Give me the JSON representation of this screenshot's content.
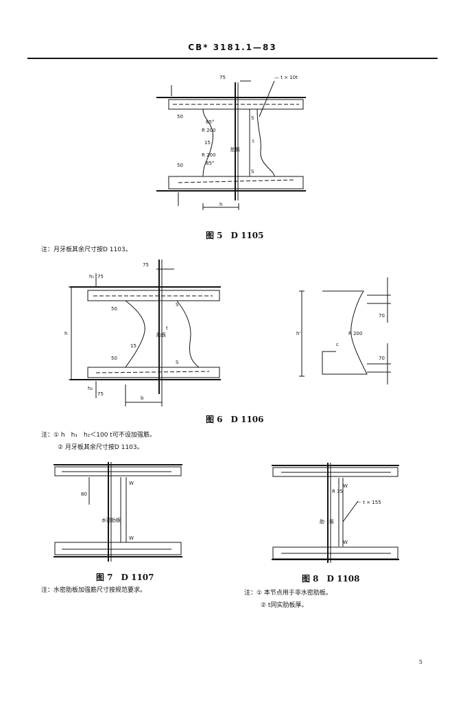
{
  "header": {
    "standard_code": "CB* 3181.1—83"
  },
  "figures": [
    {
      "caption": "图 5　D 1105",
      "labels": {
        "t_plate": "— t × 10t",
        "d75": "75",
        "d50a": "50",
        "d50b": "50",
        "a85a": "85°",
        "a85b": "85°",
        "r200a": "R 200",
        "r200b": "R 200",
        "d15": "15",
        "rib": "肋板",
        "t": "t",
        "s1": "S",
        "s2": "S",
        "h": "h"
      },
      "notes": [
        "注：月牙板其余尺寸按D 1103。"
      ]
    },
    {
      "caption": "图 6　D 1106",
      "labels": {
        "h1": "h₁",
        "d75a": "75",
        "d75b": "75",
        "d75c": "75",
        "d50a": "50",
        "d50b": "50",
        "d15": "15",
        "rib": "肋板",
        "t": "t",
        "s1": "S",
        "s2": "S",
        "h": "h",
        "h2": "h₂",
        "b": "b",
        "h_prime": "h'",
        "r200": "R 200",
        "d70a": "70",
        "d70b": "70",
        "c": "c"
      },
      "notes": [
        "注：① h　h₁　h₂＜100 t可不设加强筋。",
        "② 月牙板其余尺寸按D 1103。"
      ]
    },
    {
      "caption": "图 7　D 1107",
      "labels": {
        "d80": "80",
        "rib": "水密肋板",
        "w1": "W",
        "w2": "W"
      },
      "notes": [
        "注：水密肋板加强筋尺寸按规范要求。"
      ]
    },
    {
      "caption": "图 8　D 1108",
      "labels": {
        "r35": "R 35",
        "t_plate": "－ t × 155",
        "rib": "肋　板",
        "w1": "W",
        "w2": "W"
      },
      "notes": [
        "注：① 本节点用于非水密肋板。",
        "② t同实肋板厚。"
      ]
    }
  ],
  "page_number": "5"
}
